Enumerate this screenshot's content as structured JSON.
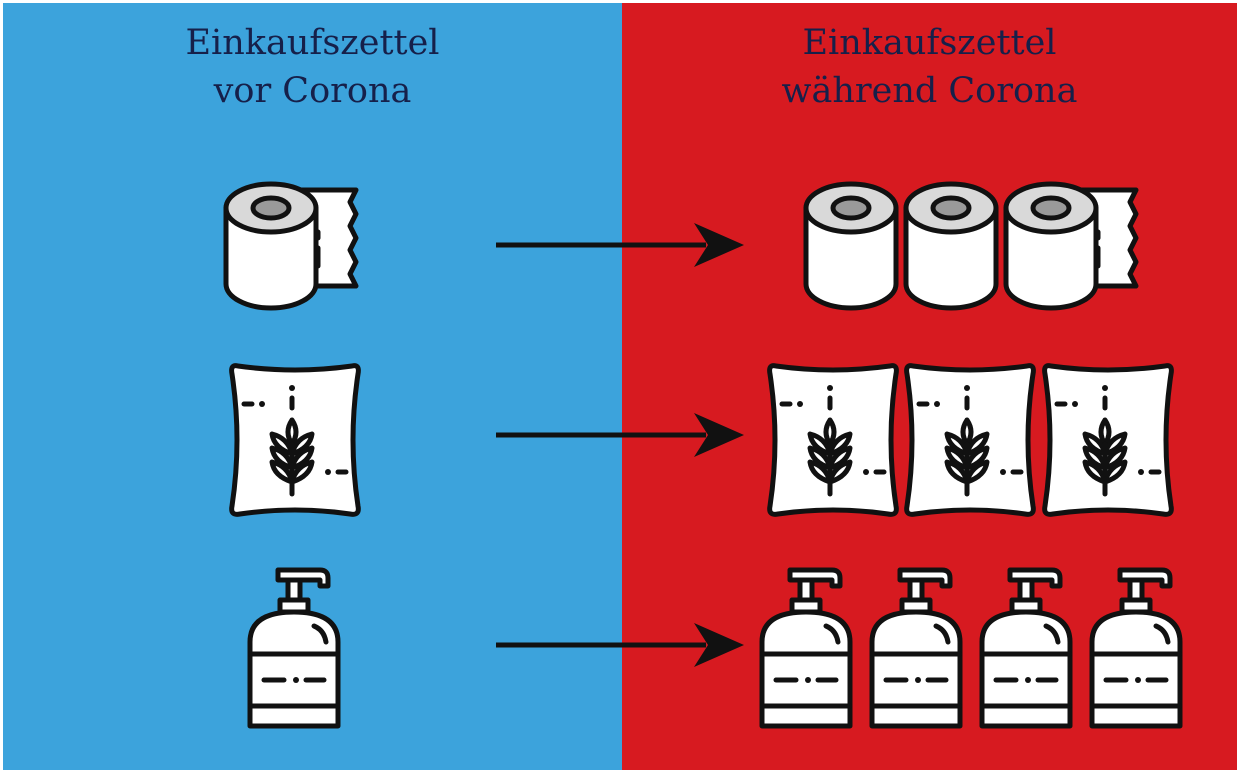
{
  "colors": {
    "before_bg": "#3ca3dc",
    "during_bg": "#d71a20",
    "title_text": "#16204a",
    "icon_stroke": "#111111",
    "icon_fill": "#ffffff",
    "roll_top": "#d9d9d9",
    "roll_core": "#9a9a9a"
  },
  "left": {
    "title_line1": "Einkaufszettel",
    "title_line2": "vor Corona"
  },
  "right": {
    "title_line1": "Einkaufszettel",
    "title_line2": "während Corona"
  },
  "rows": [
    {
      "item": "toilet-paper-roll",
      "before_count": 1,
      "during_count": 3
    },
    {
      "item": "flour-sack",
      "before_count": 1,
      "during_count": 3
    },
    {
      "item": "soap-dispenser",
      "before_count": 1,
      "during_count": 4
    }
  ]
}
